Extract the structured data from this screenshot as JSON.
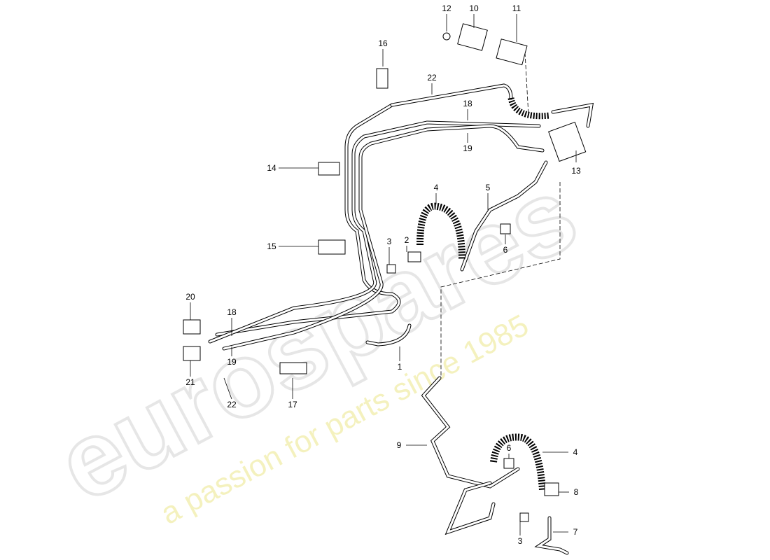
{
  "watermark": {
    "brand": "eurospares",
    "tagline": "a passion for parts since 1985"
  },
  "callouts": [
    {
      "label": "12"
    },
    {
      "label": "10"
    },
    {
      "label": "11"
    },
    {
      "label": "16"
    },
    {
      "label": "22"
    },
    {
      "label": "18"
    },
    {
      "label": "19"
    },
    {
      "label": "14"
    },
    {
      "label": "13"
    },
    {
      "label": "4"
    },
    {
      "label": "5"
    },
    {
      "label": "3"
    },
    {
      "label": "2"
    },
    {
      "label": "6"
    },
    {
      "label": "15"
    },
    {
      "label": "20"
    },
    {
      "label": "18"
    },
    {
      "label": "21"
    },
    {
      "label": "19"
    },
    {
      "label": "22"
    },
    {
      "label": "17"
    },
    {
      "label": "1"
    },
    {
      "label": "9"
    },
    {
      "label": "6"
    },
    {
      "label": "4"
    },
    {
      "label": "8"
    },
    {
      "label": "3"
    },
    {
      "label": "7"
    }
  ]
}
